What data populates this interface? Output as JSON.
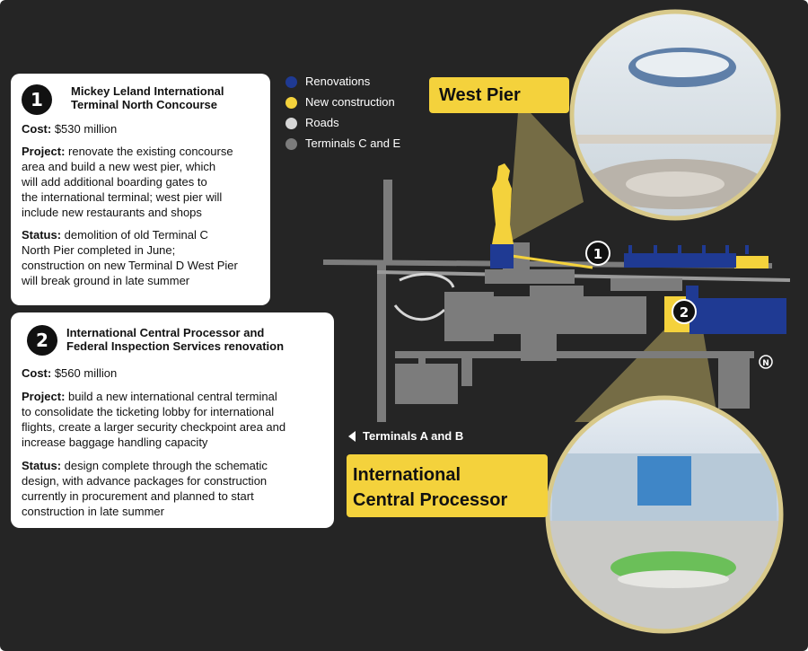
{
  "card1": {
    "number": "1",
    "title_line1": "Mickey Leland International",
    "title_line2": "Terminal North Concourse",
    "cost_label": "Cost:",
    "cost_value": " $530 million",
    "project_label": "Project:",
    "project_lines": [
      " renovate the existing concourse",
      "area and build a new west pier, which",
      "will add additional boarding gates to",
      "the international terminal; west pier will",
      "include new restaurants and shops"
    ],
    "status_label": "Status:",
    "status_lines": [
      " demolition of old Terminal C",
      "North Pier completed in June;",
      "construction on new Terminal D West Pier",
      "will break ground in late summer"
    ]
  },
  "card2": {
    "number": "2",
    "title_line1": "International Central Processor and",
    "title_line2": "Federal Inspection Services renovation",
    "cost_label": "Cost:",
    "cost_value": " $560 million",
    "project_label": "Project:",
    "project_lines": [
      " build a new international central terminal",
      "to consolidate the ticketing lobby for international",
      "flights, create a larger security checkpoint area and",
      "increase baggage handling capacity"
    ],
    "status_label": "Status:",
    "status_lines": [
      " design complete through the schematic",
      "design, with advance packages for construction",
      "currently in procurement and planned to start",
      "construction in late summer"
    ]
  },
  "legend": [
    {
      "label": "Renovations",
      "color": "#1f3a93"
    },
    {
      "label": "New construction",
      "color": "#f4d23c"
    },
    {
      "label": "Roads",
      "color": "#d6d6d6"
    },
    {
      "label": "Terminals C and E",
      "color": "#7c7c7c"
    }
  ],
  "callouts": {
    "west_pier": "West Pier",
    "icp_line1": "International",
    "icp_line2": "Central Processor"
  },
  "map": {
    "marker1": "1",
    "marker2": "2",
    "north": "N",
    "terminals_ab": "Terminals A and B"
  },
  "colors": {
    "background": "#252525",
    "renovation": "#1f3a93",
    "new_construction": "#f4d23c",
    "terminal_gray": "#7c7c7c",
    "road": "#d6d6d6"
  }
}
